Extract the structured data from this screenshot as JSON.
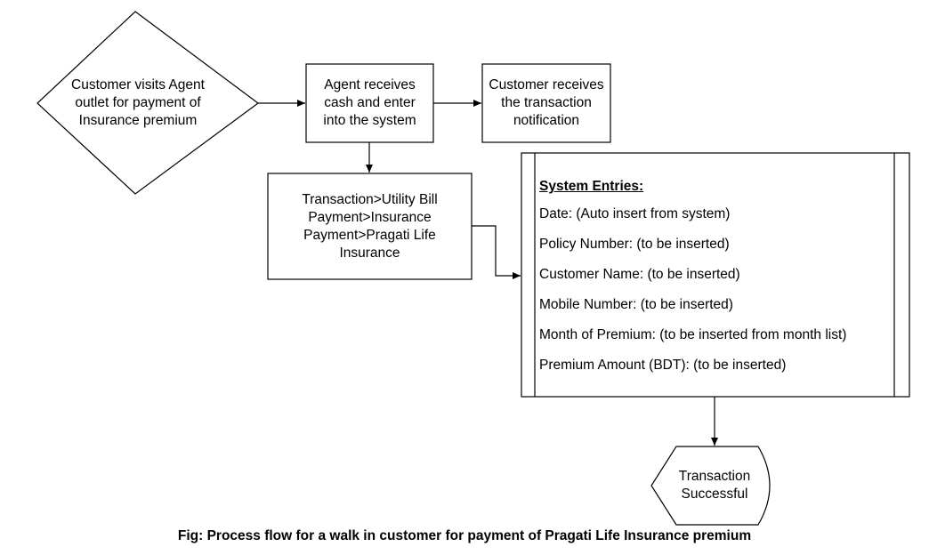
{
  "nodes": {
    "customer_visits": "Customer visits Agent\noutlet for payment of\nInsurance premium",
    "agent_receives": "Agent receives\ncash and enter\ninto the system",
    "customer_notification": "Customer receives\nthe transaction\nnotification",
    "transaction_path": "Transaction>Utility Bill\nPayment>Insurance\nPayment>Pragati Life\nInsurance",
    "transaction_successful": "Transaction\nSuccessful"
  },
  "system_entries": {
    "title": "System Entries:",
    "rows": [
      "Date: (Auto insert from system)",
      "Policy Number: (to be inserted)",
      "Customer Name: (to be inserted)",
      "Mobile Number: (to be inserted)",
      "Month of Premium: (to be inserted from month list)",
      "Premium Amount (BDT): (to be inserted)"
    ]
  },
  "caption": "Fig: Process flow for a walk in customer for payment of Pragati Life Insurance premium"
}
